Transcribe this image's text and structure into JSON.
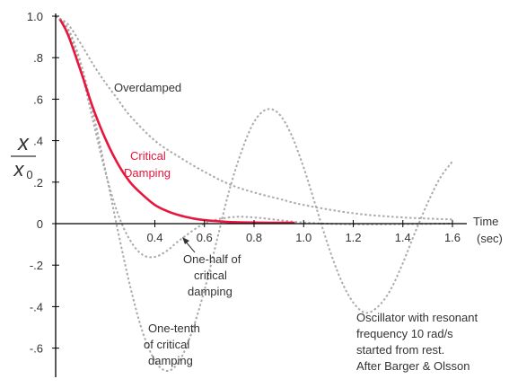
{
  "chart_data": {
    "type": "line",
    "title": "",
    "xlabel": "Time",
    "xunit": "(sec)",
    "ylabel_numerator": "x",
    "ylabel_denominator": "x0",
    "xlim": [
      0,
      1.6
    ],
    "ylim": [
      -0.75,
      1.0
    ],
    "x_ticks": [
      0.4,
      0.6,
      0.8,
      1.0,
      1.2,
      1.4,
      1.6
    ],
    "x_tick_labels": [
      "0.4",
      "0.6",
      "0.8",
      "1.0",
      "1.2",
      "1.4",
      "1.6"
    ],
    "y_ticks": [
      1.0,
      0.8,
      0.6,
      0.4,
      0.2,
      0,
      -0.2,
      -0.4,
      -0.6
    ],
    "y_tick_labels": [
      "1.0",
      ".8",
      ".6",
      ".4",
      ".2",
      "0",
      "-.2",
      "-.4",
      "-.6"
    ],
    "grid": false,
    "series": [
      {
        "name": "Critical Damping",
        "color": "#e8163c",
        "style": "solid",
        "x": [
          0.02,
          0.05,
          0.1,
          0.15,
          0.2,
          0.25,
          0.3,
          0.35,
          0.4,
          0.45,
          0.5,
          0.55,
          0.6,
          0.7,
          0.8,
          0.9,
          0.96
        ],
        "y": [
          0.98,
          0.91,
          0.74,
          0.56,
          0.41,
          0.29,
          0.2,
          0.14,
          0.09,
          0.06,
          0.04,
          0.026,
          0.017,
          0.008,
          0.005,
          0.004,
          0.004
        ]
      },
      {
        "name": "Overdamped",
        "color": "#aaaaaa",
        "style": "dotted",
        "x": [
          0.0,
          0.05,
          0.1,
          0.15,
          0.2,
          0.25,
          0.3,
          0.4,
          0.5,
          0.6,
          0.7,
          0.8,
          0.9,
          1.0,
          1.2,
          1.4,
          1.6
        ],
        "y": [
          1.0,
          0.96,
          0.87,
          0.77,
          0.68,
          0.6,
          0.52,
          0.4,
          0.32,
          0.25,
          0.19,
          0.15,
          0.12,
          0.09,
          0.05,
          0.03,
          0.02
        ]
      },
      {
        "name": "One-half of critical damping",
        "color": "#aaaaaa",
        "style": "dotted",
        "x": [
          0.0,
          0.05,
          0.1,
          0.15,
          0.2,
          0.25,
          0.3,
          0.35,
          0.4,
          0.45,
          0.5,
          0.6,
          0.7,
          0.8,
          1.0,
          1.2,
          1.4,
          1.6
        ],
        "y": [
          1.0,
          0.93,
          0.75,
          0.5,
          0.25,
          0.05,
          -0.08,
          -0.15,
          -0.16,
          -0.13,
          -0.08,
          0.0,
          0.03,
          0.03,
          0.005,
          -0.003,
          -0.002,
          0.0
        ]
      },
      {
        "name": "One-tenth of critical damping",
        "color": "#aaaaaa",
        "style": "dotted",
        "x": [
          0.0,
          0.05,
          0.1,
          0.15,
          0.2,
          0.25,
          0.3,
          0.35,
          0.4,
          0.45,
          0.5,
          0.55,
          0.6,
          0.65,
          0.7,
          0.75,
          0.8,
          0.85,
          0.9,
          0.95,
          1.0,
          1.05,
          1.1,
          1.15,
          1.2,
          1.25,
          1.3,
          1.35,
          1.4,
          1.45,
          1.5,
          1.55,
          1.6
        ],
        "y": [
          1.0,
          0.94,
          0.78,
          0.54,
          0.26,
          -0.03,
          -0.3,
          -0.52,
          -0.66,
          -0.71,
          -0.66,
          -0.52,
          -0.32,
          -0.08,
          0.16,
          0.35,
          0.49,
          0.55,
          0.53,
          0.43,
          0.27,
          0.08,
          -0.11,
          -0.27,
          -0.38,
          -0.43,
          -0.4,
          -0.32,
          -0.19,
          -0.04,
          0.1,
          0.22,
          0.3
        ]
      }
    ],
    "annotations": {
      "overdamped": "Overdamped",
      "critical": [
        "Critical",
        "Damping"
      ],
      "half": [
        "One-half of",
        "critical",
        "damping"
      ],
      "tenth": [
        "One-tenth",
        "of critical",
        "damping"
      ],
      "note": [
        "Oscillator with resonant",
        "frequency 10 rad/s",
        "started from rest.",
        "After Barger & Olsson"
      ]
    },
    "colors": {
      "axis": "#000000",
      "annotation_text": "#333333",
      "critical_text": "#e8163c",
      "dotted": "#aaaaaa"
    }
  }
}
